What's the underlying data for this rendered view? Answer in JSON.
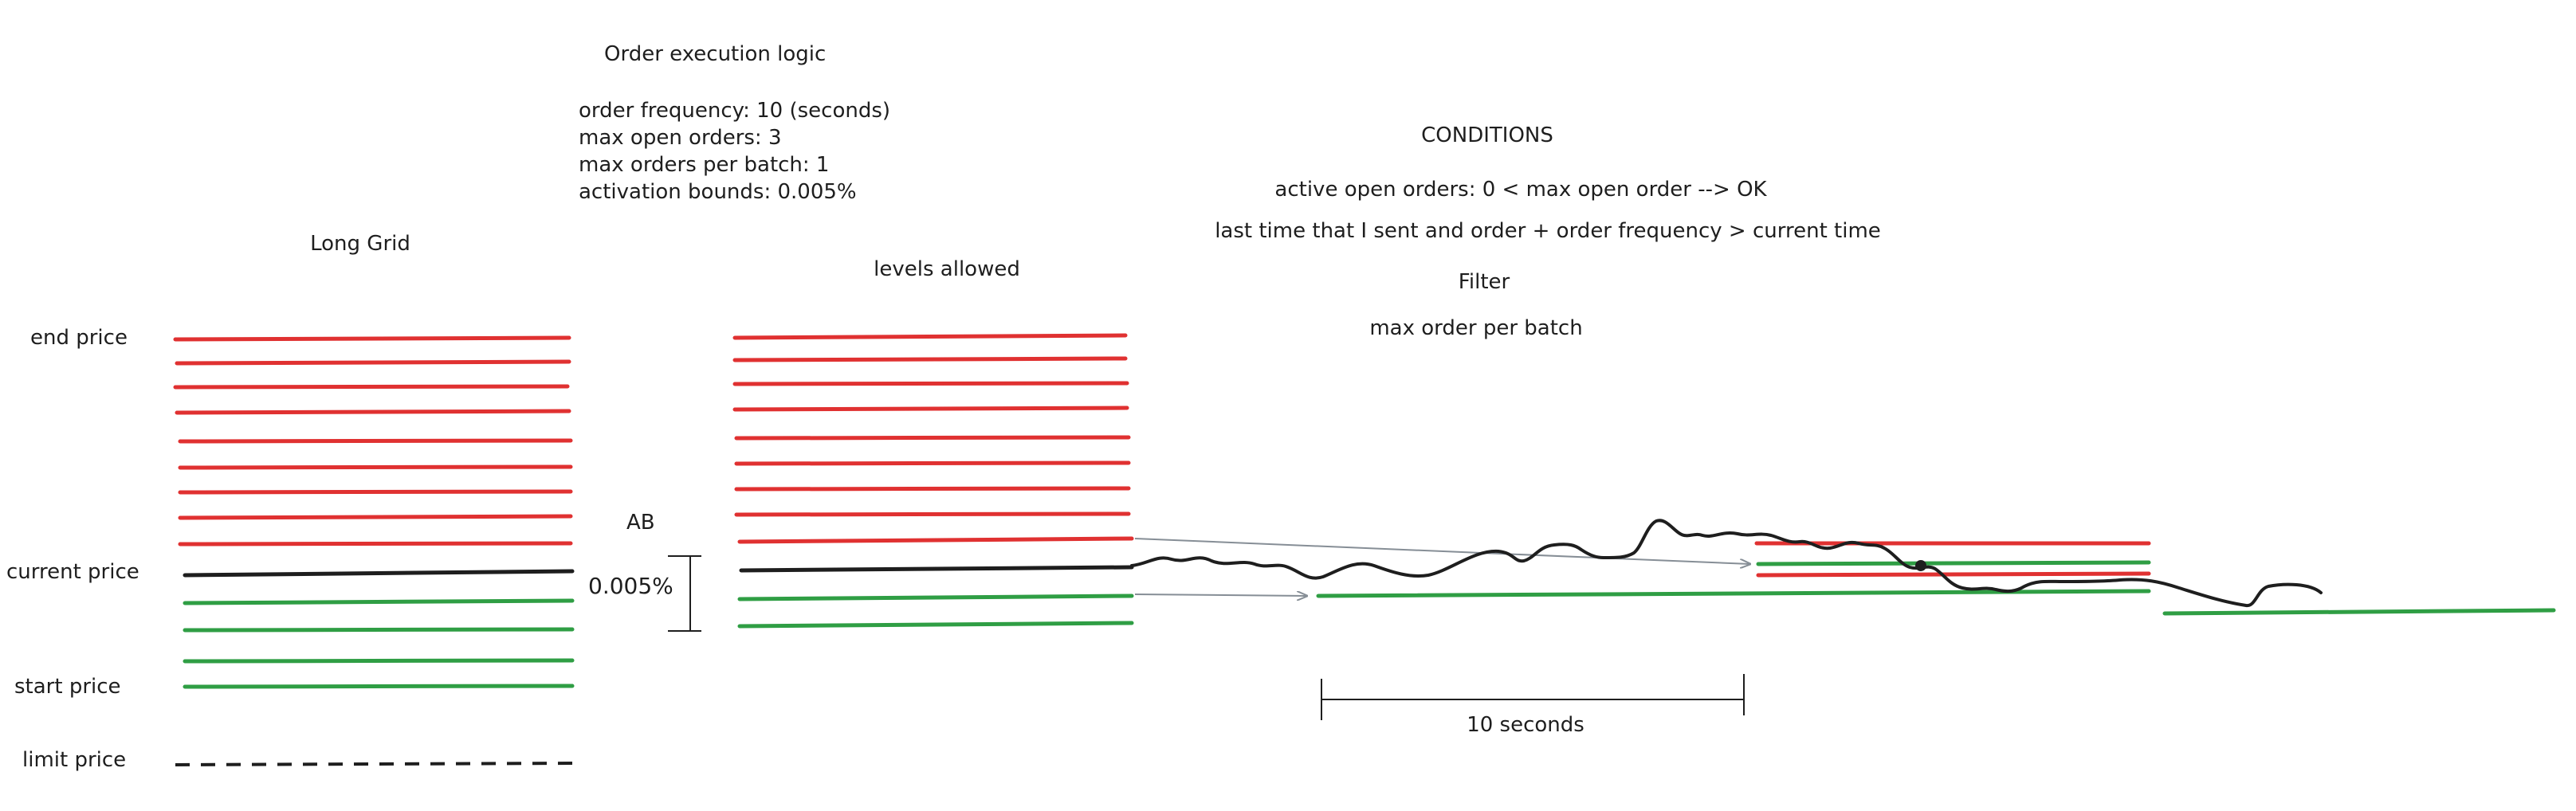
{
  "header": {
    "title": "Order execution logic",
    "params": [
      "order frequency: 10 (seconds)",
      "max open orders: 3",
      "max orders per batch: 1",
      "activation bounds: 0.005%"
    ]
  },
  "conditions": {
    "title": "CONDITIONS",
    "rule_1": "active open orders: 0 < max open order --> OK",
    "rule_2": "last time that I sent and order + order frequency > current time",
    "filter_title": "Filter",
    "filter_rule": "max order per batch"
  },
  "long_grid": {
    "title": "Long Grid",
    "end_price_label": "end price",
    "current_price_label": "current price",
    "start_price_label": "start price",
    "limit_price_label": "limit price",
    "sell_level_count": 9,
    "buy_level_count": 4
  },
  "activation": {
    "ab_label": "AB",
    "bound_label": "0.005%"
  },
  "levels_allowed": {
    "title": "levels allowed"
  },
  "timeline": {
    "interval_label": "10 seconds"
  },
  "colors": {
    "sell_level": "#e03131",
    "buy_level": "#2f9e44",
    "current_price": "#1e1e1e",
    "arrow": "#868e96",
    "ink": "#1e1e1e"
  }
}
